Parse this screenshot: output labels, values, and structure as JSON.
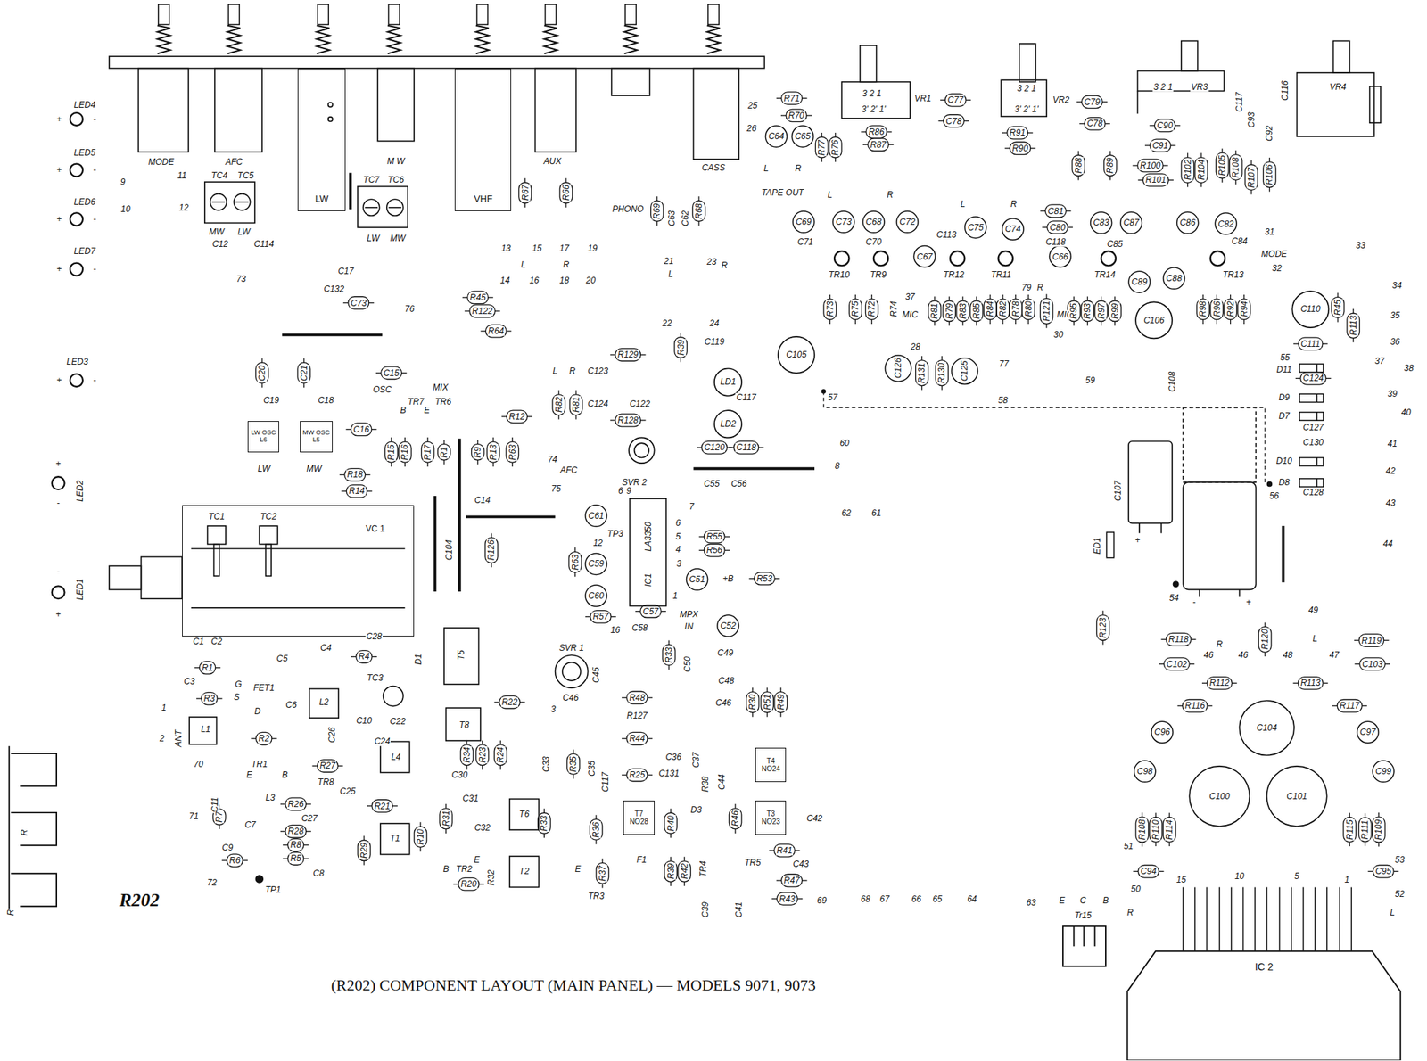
{
  "diagram": {
    "caption": "(R202) COMPONENT LAYOUT (MAIN PANEL) — MODELS 9071, 9073",
    "nodes": [
      {
        "text": [
          "LW"
        ]
      },
      {
        "text": [
          "VHF"
        ]
      },
      {
        "text": [
          "VC 1"
        ]
      },
      {
        "text": [
          "IC 2"
        ]
      },
      {
        "text": [
          "LW OSC",
          "L6"
        ]
      },
      {
        "text": [
          "MW OSC",
          "L5"
        ]
      },
      {
        "text": [
          "T4",
          "NO24"
        ]
      },
      {
        "text": [
          "T3",
          "NO23"
        ]
      },
      {
        "text": [
          "T7",
          "NO28"
        ]
      }
    ],
    "labels": [
      "LED4",
      "+",
      "-",
      "LED5",
      "+",
      "-",
      "LED6",
      "+",
      "-",
      "LED7",
      "+",
      "-",
      "LED3",
      "+",
      "-",
      "LED2",
      "+",
      "-",
      "LED1",
      "+",
      "-",
      "9",
      "11",
      "10",
      "12",
      "TC4",
      "TC5",
      "MW",
      "LW",
      "C12",
      "C114",
      "73",
      "TC7",
      "TC6",
      "LW",
      "MW",
      "MODE",
      "AFC",
      "M W",
      "AUX",
      "CASS",
      "C17",
      "C132",
      "C73",
      "76",
      "R67",
      "R66",
      "PHONO",
      "R69",
      "C63",
      "C62",
      "R68",
      "13",
      "15",
      "17",
      "19",
      "L",
      "R",
      "14",
      "16",
      "18",
      "20",
      "21",
      "L",
      "23",
      "R",
      "R45",
      "R122",
      "R64",
      "25",
      "R71",
      "R70",
      "26",
      "C64",
      "C65",
      "R77",
      "R76",
      "R86",
      "R87",
      "VR1",
      "3 2 1",
      "3' 2' 1'",
      "C77",
      "C78",
      "TAPE OUT",
      "L",
      "R",
      "VR2",
      "3 2 1",
      "3' 2' 1'",
      "R91",
      "R90",
      "C79",
      "C78",
      "C90",
      "R88",
      "R89",
      "C91",
      "R100",
      "R101",
      "R102",
      "R104",
      "R105",
      "R108",
      "R107",
      "R106",
      "3 2 1",
      "VR3",
      "C117",
      "C93",
      "C92",
      "C116",
      "VR4",
      "L",
      "R",
      "L",
      "R",
      "C81",
      "C80",
      "C118",
      "C69",
      "C73",
      "C68",
      "C72",
      "C71",
      "C70",
      "TR10",
      "TR9",
      "C67",
      "C113",
      "C75",
      "C74",
      "TR12",
      "TR11",
      "C66",
      "C83",
      "C87",
      "C85",
      "TR14",
      "C89",
      "C88",
      "C86",
      "C82",
      "C84",
      "TR13",
      "MODE",
      "31",
      "32",
      "33",
      "R73",
      "R75",
      "R72",
      "R74",
      "37",
      "MIC",
      "R81",
      "R79",
      "R83",
      "R85",
      "R84",
      "R82",
      "R78",
      "R80",
      "79",
      "R",
      "R121",
      "MIC",
      "30",
      "R95",
      "R93",
      "R97",
      "R99",
      "C106",
      "R98",
      "R96",
      "R92",
      "R94",
      "C110",
      "R45",
      "R113",
      "34",
      "35",
      "36",
      "37",
      "38",
      "39",
      "40",
      "41",
      "42",
      "43",
      "44",
      "C105",
      "28",
      "C126",
      "R131",
      "R130",
      "C125",
      "77",
      "58",
      "59",
      "57",
      "55",
      "C111",
      "D11",
      "C124",
      "D9",
      "D7",
      "C127",
      "C130",
      "D10",
      "D8",
      "C128",
      "56",
      "C108",
      "C107",
      "ED1",
      "+",
      "-",
      "+",
      "54",
      "49",
      "60",
      "8",
      "62",
      "61",
      "LD1",
      "LD2",
      "C119",
      "C117",
      "C120",
      "C118",
      "C55",
      "C56",
      "22",
      "24",
      "R39",
      "R129",
      "C123",
      "C124",
      "C122",
      "R128",
      "L",
      "R",
      "R82",
      "R81",
      "R12",
      "SVR 2",
      "74",
      "AFC",
      "75",
      "6",
      "9",
      "7",
      "C61",
      "TP3",
      "12",
      "6",
      "5",
      "4",
      "3",
      "LA3350",
      "IC1",
      "1",
      "C59",
      "C60",
      "R63",
      "R57",
      "R55",
      "R56",
      "C51",
      "+B",
      "R53",
      "C57",
      "MPX",
      "IN",
      "C52",
      "16",
      "C58",
      "SVR 1",
      "R33",
      "C50",
      "C49",
      "C48",
      "C46",
      "R30",
      "R51",
      "R49",
      "3",
      "C46",
      "C45",
      "R48",
      "R22",
      "R127",
      "R44",
      "C36",
      "C131",
      "R25",
      "C1",
      "C2",
      "C28",
      "R1",
      "R4",
      "C5",
      "C4",
      "D1",
      "C3",
      "R3",
      "G",
      "FET1",
      "S",
      "D",
      "C6",
      "L2",
      "TC3",
      "T5",
      "T8",
      "1",
      "2",
      "ANT",
      "L1",
      "R2",
      "C26",
      "C10",
      "C22",
      "C24",
      "70",
      "TR1",
      "E",
      "B",
      "R27",
      "TR8",
      "C25",
      "C11",
      "L3",
      "R26",
      "71",
      "C27",
      "R28",
      "R8",
      "R5",
      "C7",
      "R7",
      "C9",
      "R6",
      "C8",
      "72",
      "TP1",
      "R202",
      "L4",
      "R21",
      "T1",
      "R29",
      "R10",
      "R31",
      "C30",
      "C31",
      "C32",
      "TR2",
      "B",
      "E",
      "R20",
      "R32",
      "R34",
      "R23",
      "R24",
      "T6",
      "T2",
      "C33",
      "R35",
      "C35",
      "C117",
      "R36",
      "R37",
      "TR3",
      "E",
      "R33",
      "F1",
      "D3",
      "R38",
      "C37",
      "C44",
      "R46",
      "R40",
      "R39",
      "R42",
      "TR4",
      "TR5",
      "R41",
      "C43",
      "R47",
      "R43",
      "C42",
      "C39",
      "C41",
      "69",
      "68",
      "67",
      "66",
      "65",
      "64",
      "63",
      "R123",
      "R118",
      "R",
      "46",
      "46",
      "R120",
      "L",
      "48",
      "47",
      "R119",
      "C102",
      "C103",
      "R112",
      "R113",
      "R116",
      "R117",
      "C96",
      "C97",
      "C104",
      "C98",
      "C99",
      "C100",
      "C101",
      "R108",
      "R110",
      "R114",
      "R115",
      "R111",
      "R109",
      "51",
      "53",
      "C94",
      "C95",
      "50",
      "52",
      "15",
      "10",
      "5",
      "1",
      "E",
      "C",
      "B",
      "Tr15",
      "R",
      "L",
      "C20",
      "C21",
      "C19",
      "C18",
      "OSC",
      "C15",
      "TR7",
      "TR6",
      "MIX",
      "B",
      "E",
      "C16",
      "R15",
      "R16",
      "R17",
      "R1",
      "R9",
      "R13",
      "R63",
      "LW",
      "MW",
      "R18",
      "R14",
      "C14",
      "C104",
      "R126",
      "TC1",
      "TC2",
      "R",
      "R"
    ]
  }
}
